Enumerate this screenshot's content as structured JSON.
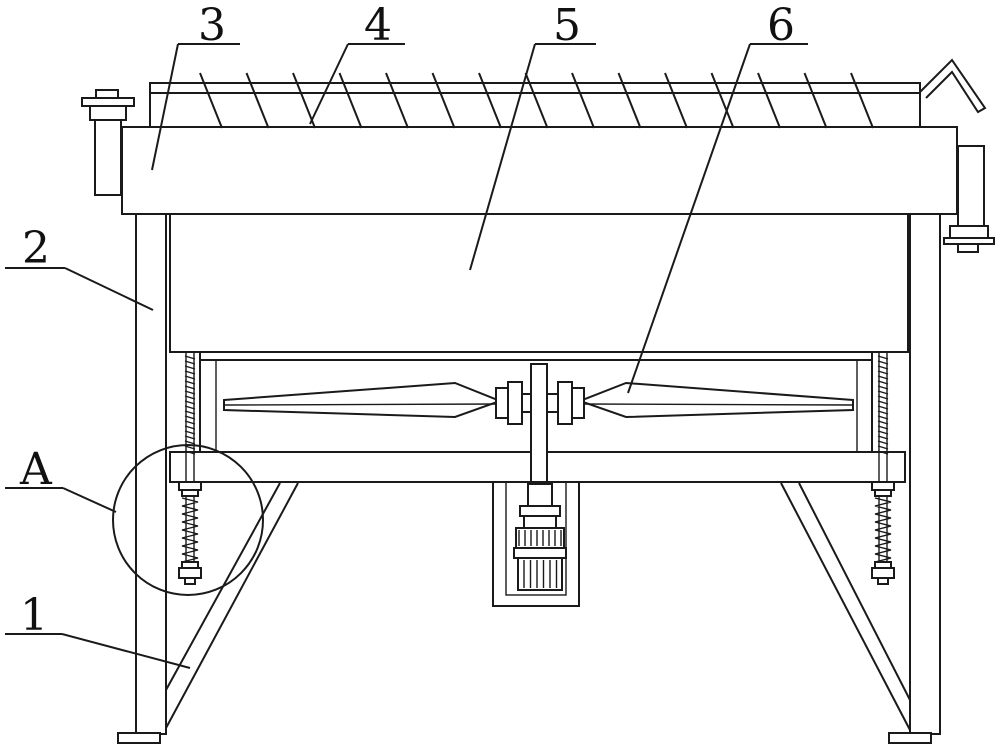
{
  "figure": {
    "callouts": [
      {
        "id": "callout-3",
        "text": "3"
      },
      {
        "id": "callout-4",
        "text": "4"
      },
      {
        "id": "callout-5",
        "text": "5"
      },
      {
        "id": "callout-6",
        "text": "6"
      },
      {
        "id": "callout-2",
        "text": "2"
      },
      {
        "id": "callout-A",
        "text": "A"
      },
      {
        "id": "callout-1",
        "text": "1"
      }
    ]
  }
}
